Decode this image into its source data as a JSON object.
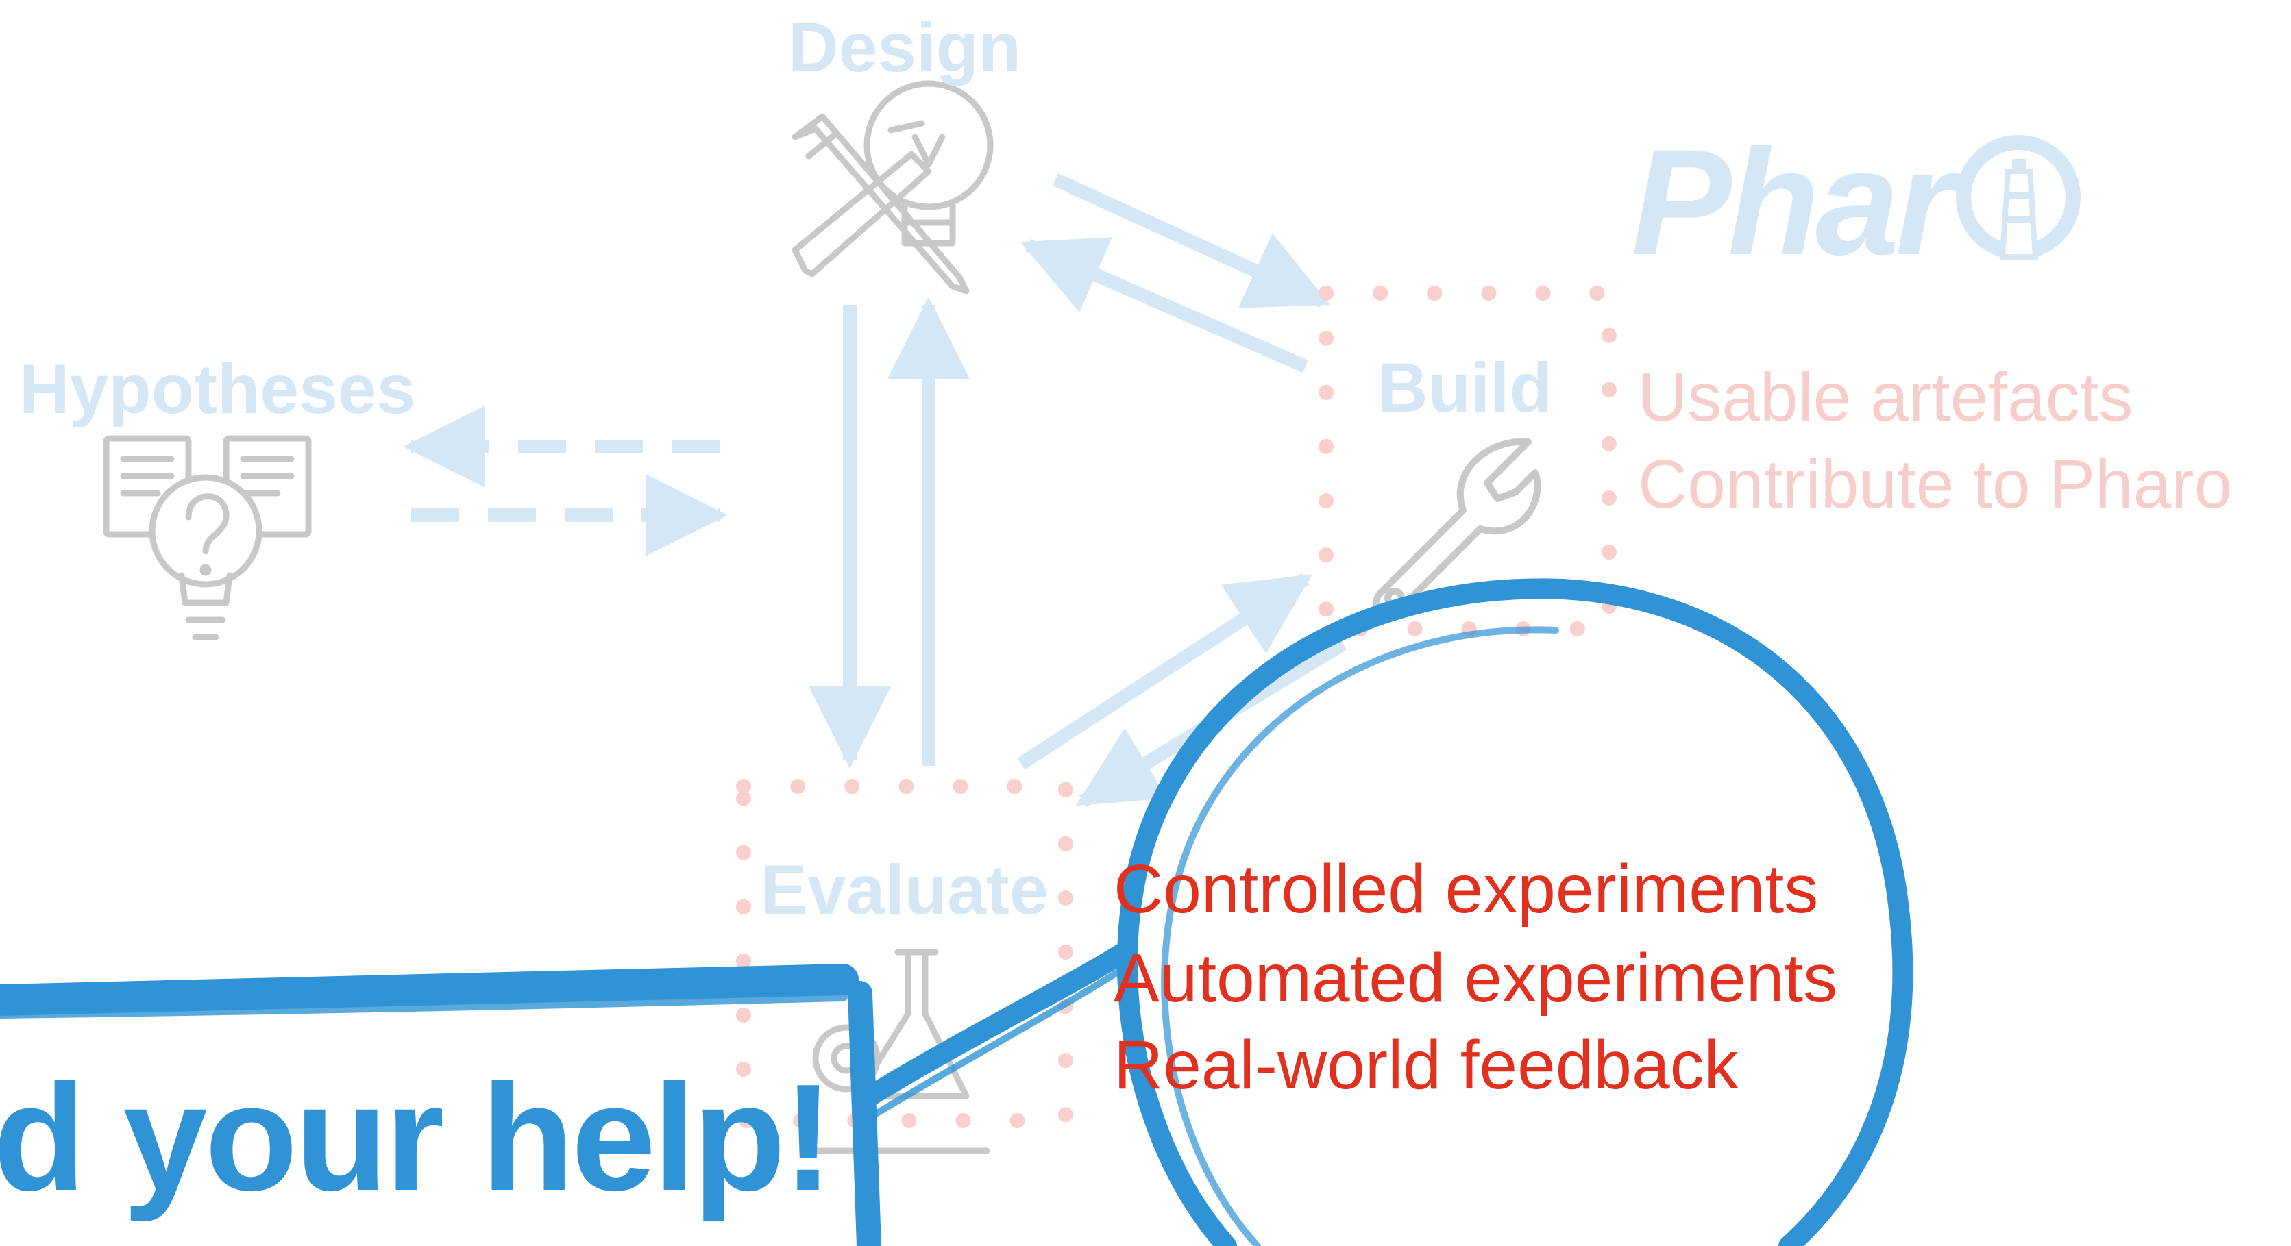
{
  "nodes": {
    "design": "Design",
    "hypotheses": "Hypotheses",
    "build": "Build",
    "evaluate": "Evaluate"
  },
  "build_notes": [
    "Usable artefacts",
    "Contribute to Pharo"
  ],
  "evaluate_notes": [
    "Controlled experiments",
    "Automated experiments",
    "Real-world feedback"
  ],
  "logo_text": "Phar",
  "headline": "d your help!",
  "colors": {
    "faint_blue": "#d5e6f5",
    "icon_gray": "#c8c8c8",
    "dot_pink": "#f8cfcc",
    "faint_red": "#f6cdcb",
    "red": "#e2301f",
    "brush_blue": "#2f93d5"
  },
  "icons": {
    "design": "lightbulb-pencil-icon",
    "hypotheses": "document-question-bulb-icon",
    "build": "wrench-icon",
    "evaluate": "flask-gear-icon",
    "logo": "lighthouse-icon"
  }
}
